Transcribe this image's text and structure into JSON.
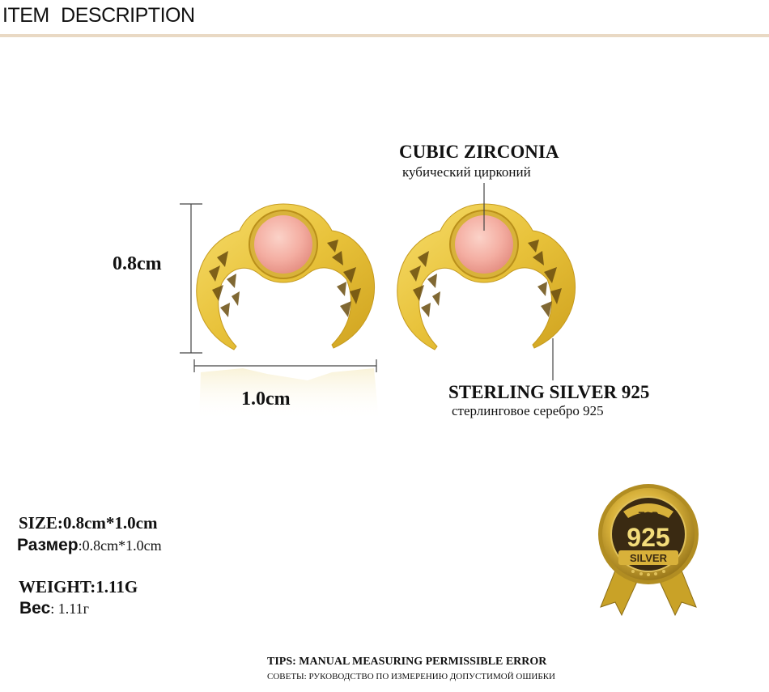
{
  "header": {
    "title": "ITEM DESCRIPTION"
  },
  "dimensions": {
    "height": "0.8cm",
    "width": "1.0cm"
  },
  "callouts": {
    "stone_en": "CUBIC ZIRCONIA",
    "stone_ru": "кубический цирконий",
    "metal_en": "STERLING SILVER 925",
    "metal_ru": "стерлинговое серебро 925"
  },
  "specs": {
    "size_en_label": "SIZE:",
    "size_en_value": "0.8cm*1.0cm",
    "size_ru_label": "Размер",
    "size_ru_value": ":0.8cm*1.0cm",
    "weight_en_label": "WEIGHT:",
    "weight_en_value": "1.11G",
    "weight_ru_label": "Вес",
    "weight_ru_value": ": 1.11г"
  },
  "badge": {
    "top": "TOP",
    "number": "925",
    "bottom": "SILVER"
  },
  "tips": {
    "en": "TIPS: MANUAL MEASURING PERMISSIBLE ERROR",
    "ru": "СОВЕТЫ: РУКОВОДСТВО ПО ИЗМЕРЕНИЮ ДОПУСТИМОЙ ОШИБКИ"
  },
  "colors": {
    "gold": "#e8c23a",
    "stone": "#f2a9a0",
    "badge_gold": "#c9a227",
    "badge_dark": "#3a2a12"
  }
}
